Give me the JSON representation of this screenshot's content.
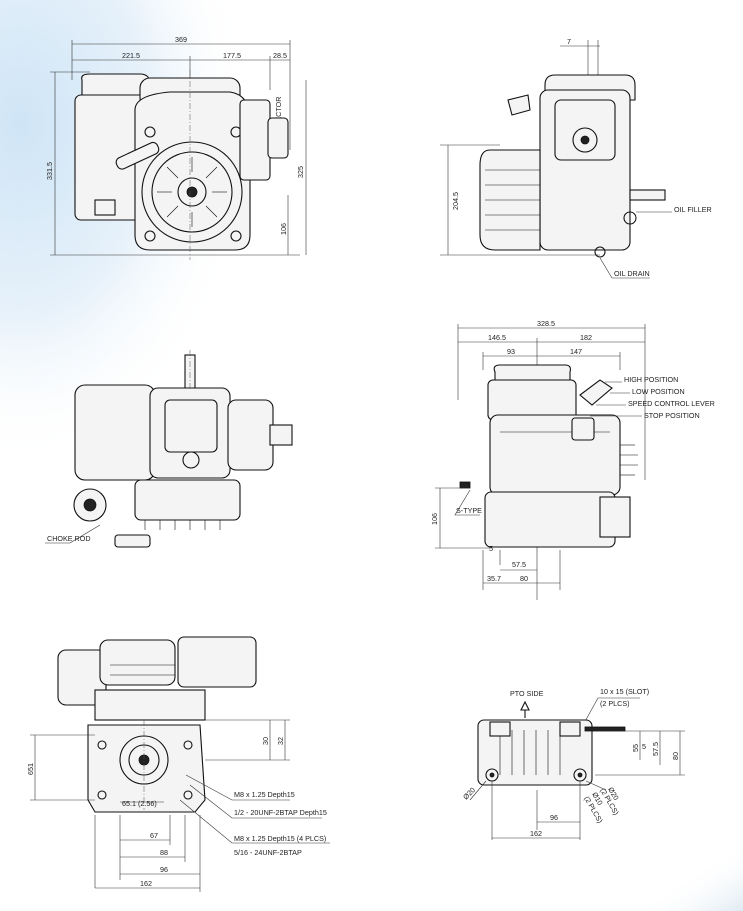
{
  "views": {
    "front": {
      "dims": {
        "overall_width": "369",
        "left_width": "221.5",
        "mid_width": "177.5",
        "deflector_offset": "28.5",
        "overall_height": "331.5",
        "mid_height": "325",
        "low_height": "106"
      },
      "labels": {
        "deflector": "DEFLECTOR"
      }
    },
    "side": {
      "dims": {
        "top_offset": "7",
        "height": "204.5"
      },
      "labels": {
        "oil_filler": "OIL FILLER",
        "oil_drain": "OIL DRAIN"
      }
    },
    "top": {
      "labels": {
        "choke_rod": "CHOKE ROD"
      }
    },
    "rear": {
      "dims": {
        "overall_width": "328.5",
        "left_width": "146.5",
        "center_a": "93",
        "right_width": "182",
        "center_b": "147",
        "height": "106",
        "shaft_5": "5",
        "base_57_5": "57.5",
        "base_35_7": "35.7",
        "base_80": "80"
      },
      "labels": {
        "high_position": "HIGH POSITION",
        "low_position": "LOW POSITION",
        "speed_control_lever": "SPEED CONTROL LEVER",
        "stop_position": "STOP POSITION",
        "s_type": "S-TYPE"
      }
    },
    "pto_face": {
      "dims": {
        "height_651": "651",
        "h30": "30",
        "h32": "32",
        "d65": "65.1 (2.56)",
        "w67": "67",
        "w88": "88",
        "w96": "96",
        "w162": "162"
      },
      "labels": {
        "m8_depth15": "M8 x 1.25 Depth15",
        "unf_half": "1/2 - 20UNF-2BTAP Depth15",
        "m8_4plcs": "M8 x 1.25 Depth15 (4 PLCS)",
        "unf_5_16": "5/16 - 24UNF-2BTAP"
      }
    },
    "base": {
      "dims": {
        "d5": "5",
        "h55": "55",
        "h57_5": "57.5",
        "h80": "80",
        "w96": "96",
        "w162": "162",
        "phi20_left": "Ø20",
        "phi20_right": "Ø20",
        "phi10": "Ø10"
      },
      "labels": {
        "pto_side": "PTO SIDE",
        "slot": "10 x 15 (SLOT)",
        "slot_plcs": "(2 PLCS)",
        "hole_plcs": "(2 PLCS)",
        "hole_plcs_b": "(2 PLCS)"
      }
    }
  }
}
